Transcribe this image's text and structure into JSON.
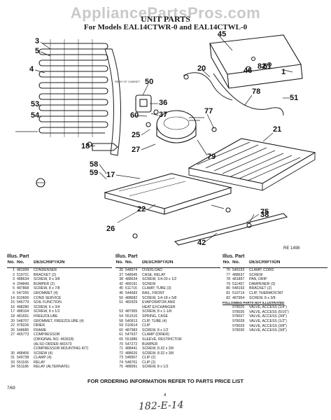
{
  "watermark": "AppliancePartsPros.com",
  "title": "UNIT PARTS",
  "subtitle": "For Models EAL14CTWR-0 and EAL14CTWL-0",
  "figure_code": "RE 1498",
  "callout_text": "REAR OF CABINET",
  "callouts": [
    "45",
    "3",
    "5",
    "20",
    "78",
    "1",
    "4",
    "53",
    "54",
    "50",
    "36",
    "37",
    "61",
    "46",
    "82",
    "51",
    "60",
    "25",
    "27",
    "77",
    "79",
    "18",
    "17",
    "21",
    "58",
    "59",
    "26",
    "22",
    "75",
    "38",
    "42"
  ],
  "tables": [
    {
      "header1": "Illus. Part",
      "header2": [
        "No.",
        "No.",
        "DESCRIPTION"
      ],
      "rows": [
        [
          "1",
          "481999",
          "CONDENSER"
        ],
        [
          "2",
          "519721",
          "BRACKET (2)"
        ],
        [
          "3",
          "488634",
          "SCREW, 8 x 3/8"
        ],
        [
          "4",
          "204849",
          "BUMPER (2)"
        ],
        [
          "5",
          "487868",
          "SCREW, 8 x 7/8"
        ],
        [
          "6",
          "547265",
          "GROMMET (4)"
        ],
        [
          "14",
          "810606",
          "COND SERVICE"
        ],
        [
          "15",
          "546779",
          "SOIL FUNCTION"
        ],
        [
          "16",
          "488280",
          "SCREW, 6 x 3/4"
        ],
        [
          "17",
          "488104",
          "SCREW, 8 x 1/2"
        ],
        [
          "18",
          "481691",
          "FREEZOLUBE"
        ],
        [
          "20",
          "548707",
          "GROMMET, FREEZOLUBE (4)"
        ],
        [
          "22",
          "978226",
          "DRIER"
        ],
        [
          "26",
          "548685",
          "FRAME"
        ],
        [
          "27",
          "465773",
          "COMPRESSOR"
        ],
        [
          "",
          "",
          "(ORIGINAL NO. 463918)"
        ],
        [
          "",
          "",
          "(ALSO ORDER 481573"
        ],
        [
          "",
          "",
          "COMPRESSOR MOUNTING KIT)"
        ],
        [
          "30",
          "488406",
          "SCREW (4)"
        ],
        [
          "31",
          "549738",
          "CLAMP (4)"
        ],
        [
          "33",
          "551166",
          "RELAY"
        ],
        [
          "34",
          "551186",
          "RELAY (ALTERNATE)"
        ]
      ]
    },
    {
      "header1": "Illus. Part",
      "header2": [
        "No.",
        "No.",
        "DESCRIPTION"
      ],
      "rows": [
        [
          "35",
          "548974",
          "OVERLOAD"
        ],
        [
          "37",
          "548945",
          "CASE, RELAY"
        ],
        [
          "38",
          "488634",
          "SCREW, 1/4-20 x 1/2"
        ],
        [
          "42",
          "489191",
          "SCREW"
        ],
        [
          "45",
          "511716",
          "CLAMP, TUBE (3)"
        ],
        [
          "46",
          "544683",
          "RAIL, FRONT"
        ],
        [
          "50",
          "488682",
          "SCREW, 1/4-18 x 5/8"
        ],
        [
          "51",
          "482929",
          "EVAPORATOR AND"
        ],
        [
          "",
          "",
          "HEAT EXCHANGER"
        ],
        [
          "53",
          "487955",
          "SCREW, 8 x 1-1/8"
        ],
        [
          "54",
          "551516",
          "SPRING, CASE"
        ],
        [
          "58",
          "540913",
          "CLIP, TUBE (4)"
        ],
        [
          "59",
          "510614",
          "CLIP"
        ],
        [
          "60",
          "487983",
          "SCREW, 8 x 1/2"
        ],
        [
          "61",
          "547637",
          "CLAMP (DRIER)"
        ],
        [
          "65",
          "551886",
          "SLEEVE, RESTRICTOR"
        ],
        [
          "70",
          "547272",
          "BUMPER"
        ],
        [
          "71",
          "488441",
          "SCREW, 8-32 x 3/8"
        ],
        [
          "72",
          "488626",
          "SCREW, 8-32 x 3/8"
        ],
        [
          "73",
          "548907",
          "CLIP (2)"
        ],
        [
          "74",
          "548761",
          "CLIP (2)"
        ],
        [
          "75",
          "488991",
          "SCREW, 8 x 1/2"
        ]
      ]
    },
    {
      "header1": "Illus. Part",
      "header2": [
        "No.",
        "No.",
        "DESCRIPTION"
      ],
      "rows": [
        [
          "76",
          "549193",
          "CLAMP, CORD"
        ],
        [
          "77",
          "488637",
          "SCREW"
        ],
        [
          "78",
          "481897",
          "PAN, DRIP"
        ],
        [
          "79",
          "511497",
          "DAMPENER (3)"
        ],
        [
          "80",
          "548193",
          "BRACKET (2)"
        ],
        [
          "81",
          "510714",
          "CLIP, THERMOSTAT"
        ],
        [
          "82",
          "487954",
          "SCREW, 8 x 3/8"
        ]
      ],
      "subheader": "FOLLOWING PARTS NOT ILLUSTRATED",
      "rows2": [
        [
          "",
          "978025",
          "VALVE, ACCESS (1/4\")"
        ],
        [
          "",
          "978026",
          "VALVE, ACCESS (5/16\")"
        ],
        [
          "",
          "978027",
          "VALVE, ACCESS (3/8\")"
        ],
        [
          "",
          "978028",
          "VALVE, ACCESS (1/2\")"
        ],
        [
          "",
          "978029",
          "VALVE, ACCESS (3/8\")"
        ],
        [
          "",
          "978030",
          "VALVE, ACCESS (3/8\")"
        ]
      ]
    }
  ],
  "footer": "FOR ORDERING INFORMATION REFER TO PARTS PRICE LIST",
  "code_left": "7/69",
  "page_number": "4",
  "handwritten_note": "182-E-14"
}
